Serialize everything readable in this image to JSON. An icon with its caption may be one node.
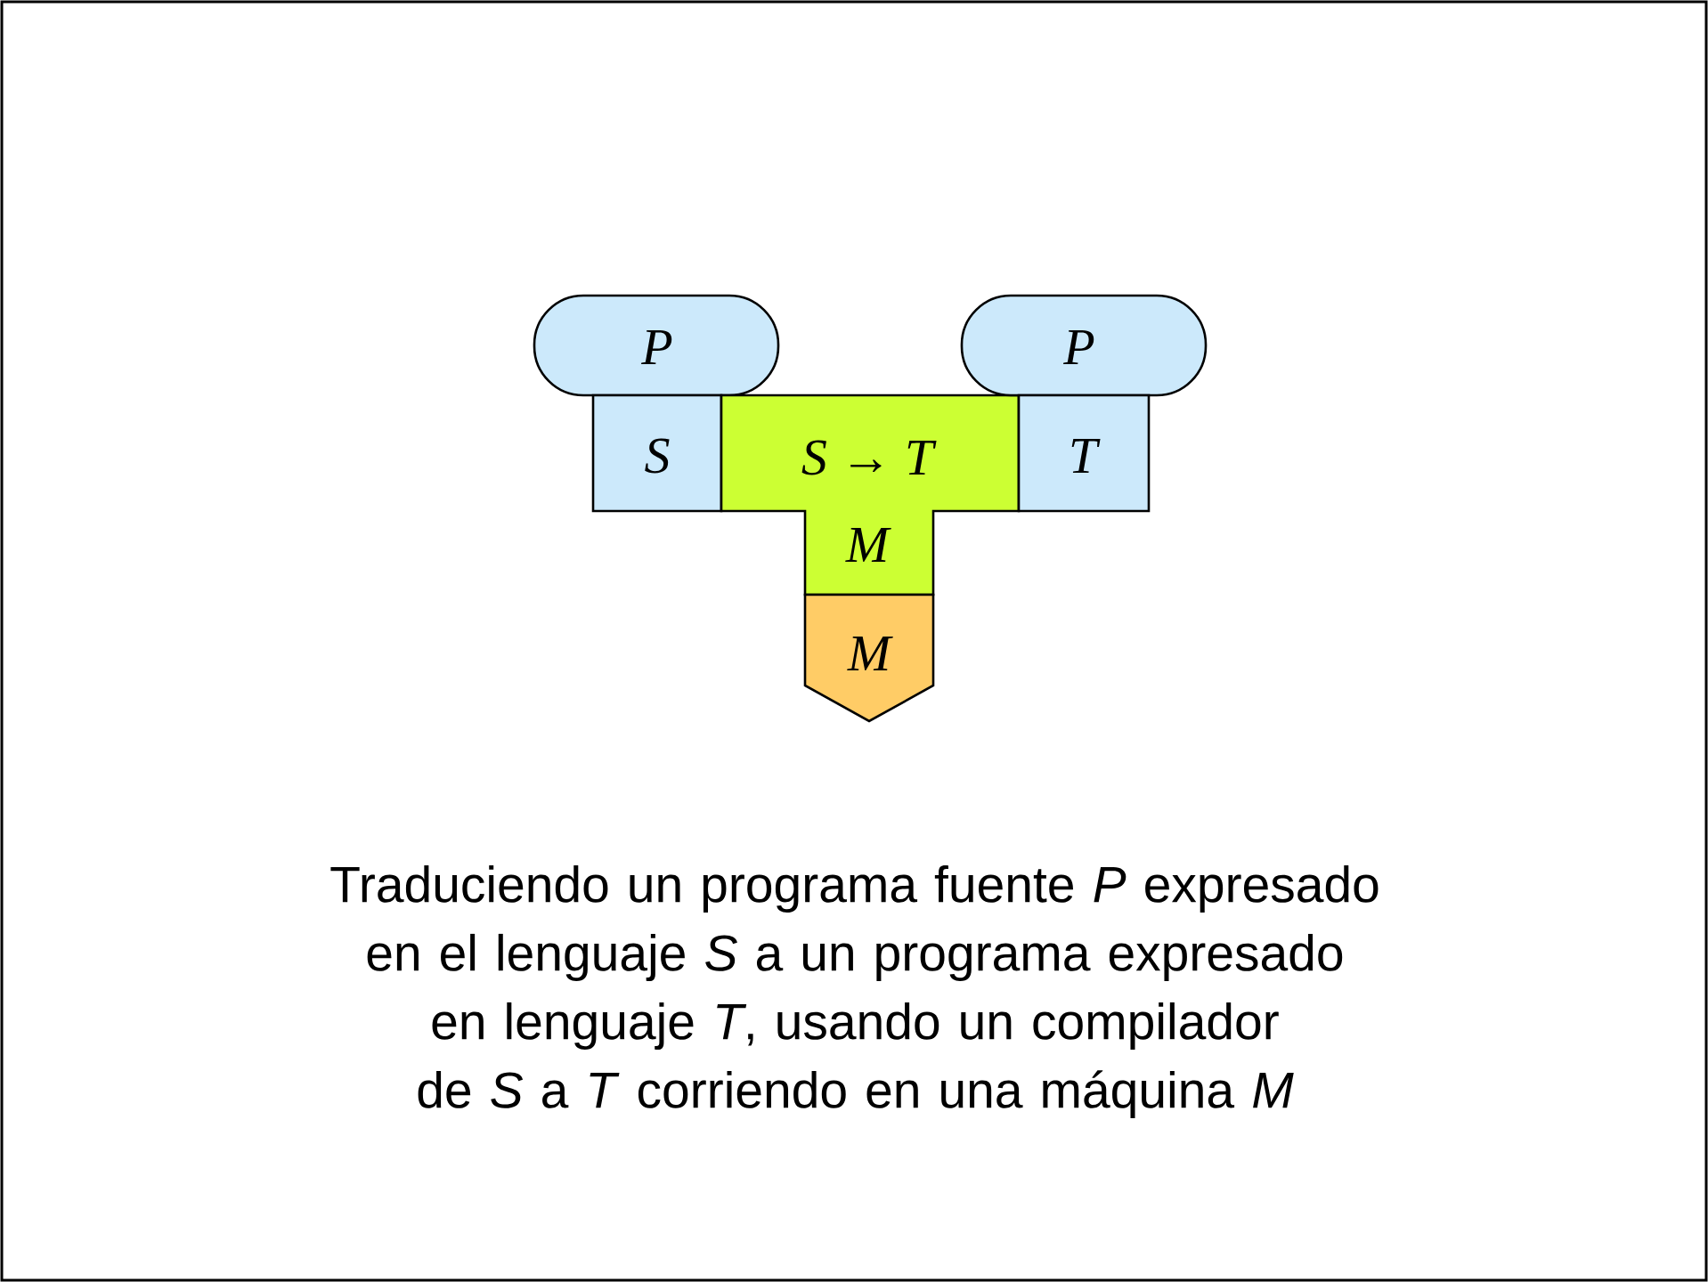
{
  "diagram": {
    "caption": "Traduciendo un programa fuente *P* expresado en el lenguaje *S* a un programa expresado en lenguaje *T*, usando un compilador de *S* a *T* corriendo en una máquina *M*",
    "nodes": [
      {
        "text": [
          "P"
        ]
      },
      {
        "text": [
          "S"
        ]
      },
      {
        "text": [
          "S → T",
          "M"
        ]
      },
      {
        "text": [
          "P"
        ]
      },
      {
        "text": [
          "T"
        ]
      },
      {
        "text": [
          "M"
        ]
      }
    ]
  }
}
